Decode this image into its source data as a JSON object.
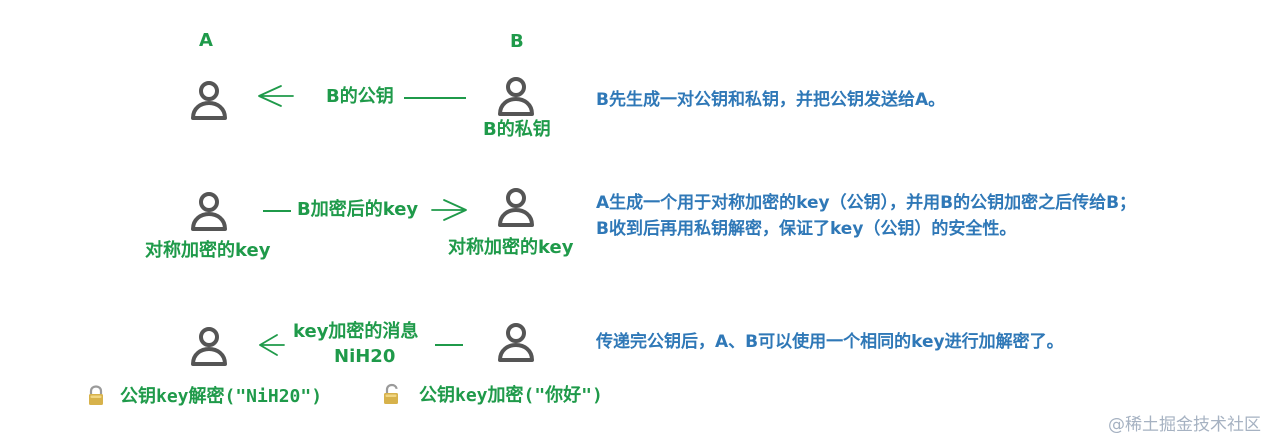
{
  "labels": {
    "a": "A",
    "b": "B"
  },
  "rows": {
    "row1": {
      "arrow_label": "B的公钥",
      "right_caption": "B的私钥",
      "note": "B先生成一对公钥和私钥，并把公钥发送给A。"
    },
    "row2": {
      "arrow_label": "B加密后的key",
      "left_caption": "对称加密的key",
      "right_caption": "对称加密的key",
      "note_line1": "A生成一个用于对称加密的key（公钥），并用B的公钥加密之后传给B；",
      "note_line2": "B收到后再用私钥解密，保证了key（公钥）的安全性。"
    },
    "row3": {
      "arrow_label_line1": "key加密的消息",
      "arrow_label_line2": "NiH20",
      "note": "传递完公钥后，A、B可以使用一个相同的key进行加解密了。",
      "left_bottom": "公钥key解密(\"NiH20\")",
      "right_bottom": "公钥key加密(\"你好\")"
    }
  },
  "watermark": "@稀土掘金技术社区",
  "icons": {
    "person": "person-icon",
    "locked": "lock-closed-icon",
    "unlocked": "lock-open-icon"
  },
  "colors": {
    "green": "#1f9a4a",
    "blue": "#2f78b7",
    "gray": "#555555",
    "watermark": "#a6b2c2"
  }
}
